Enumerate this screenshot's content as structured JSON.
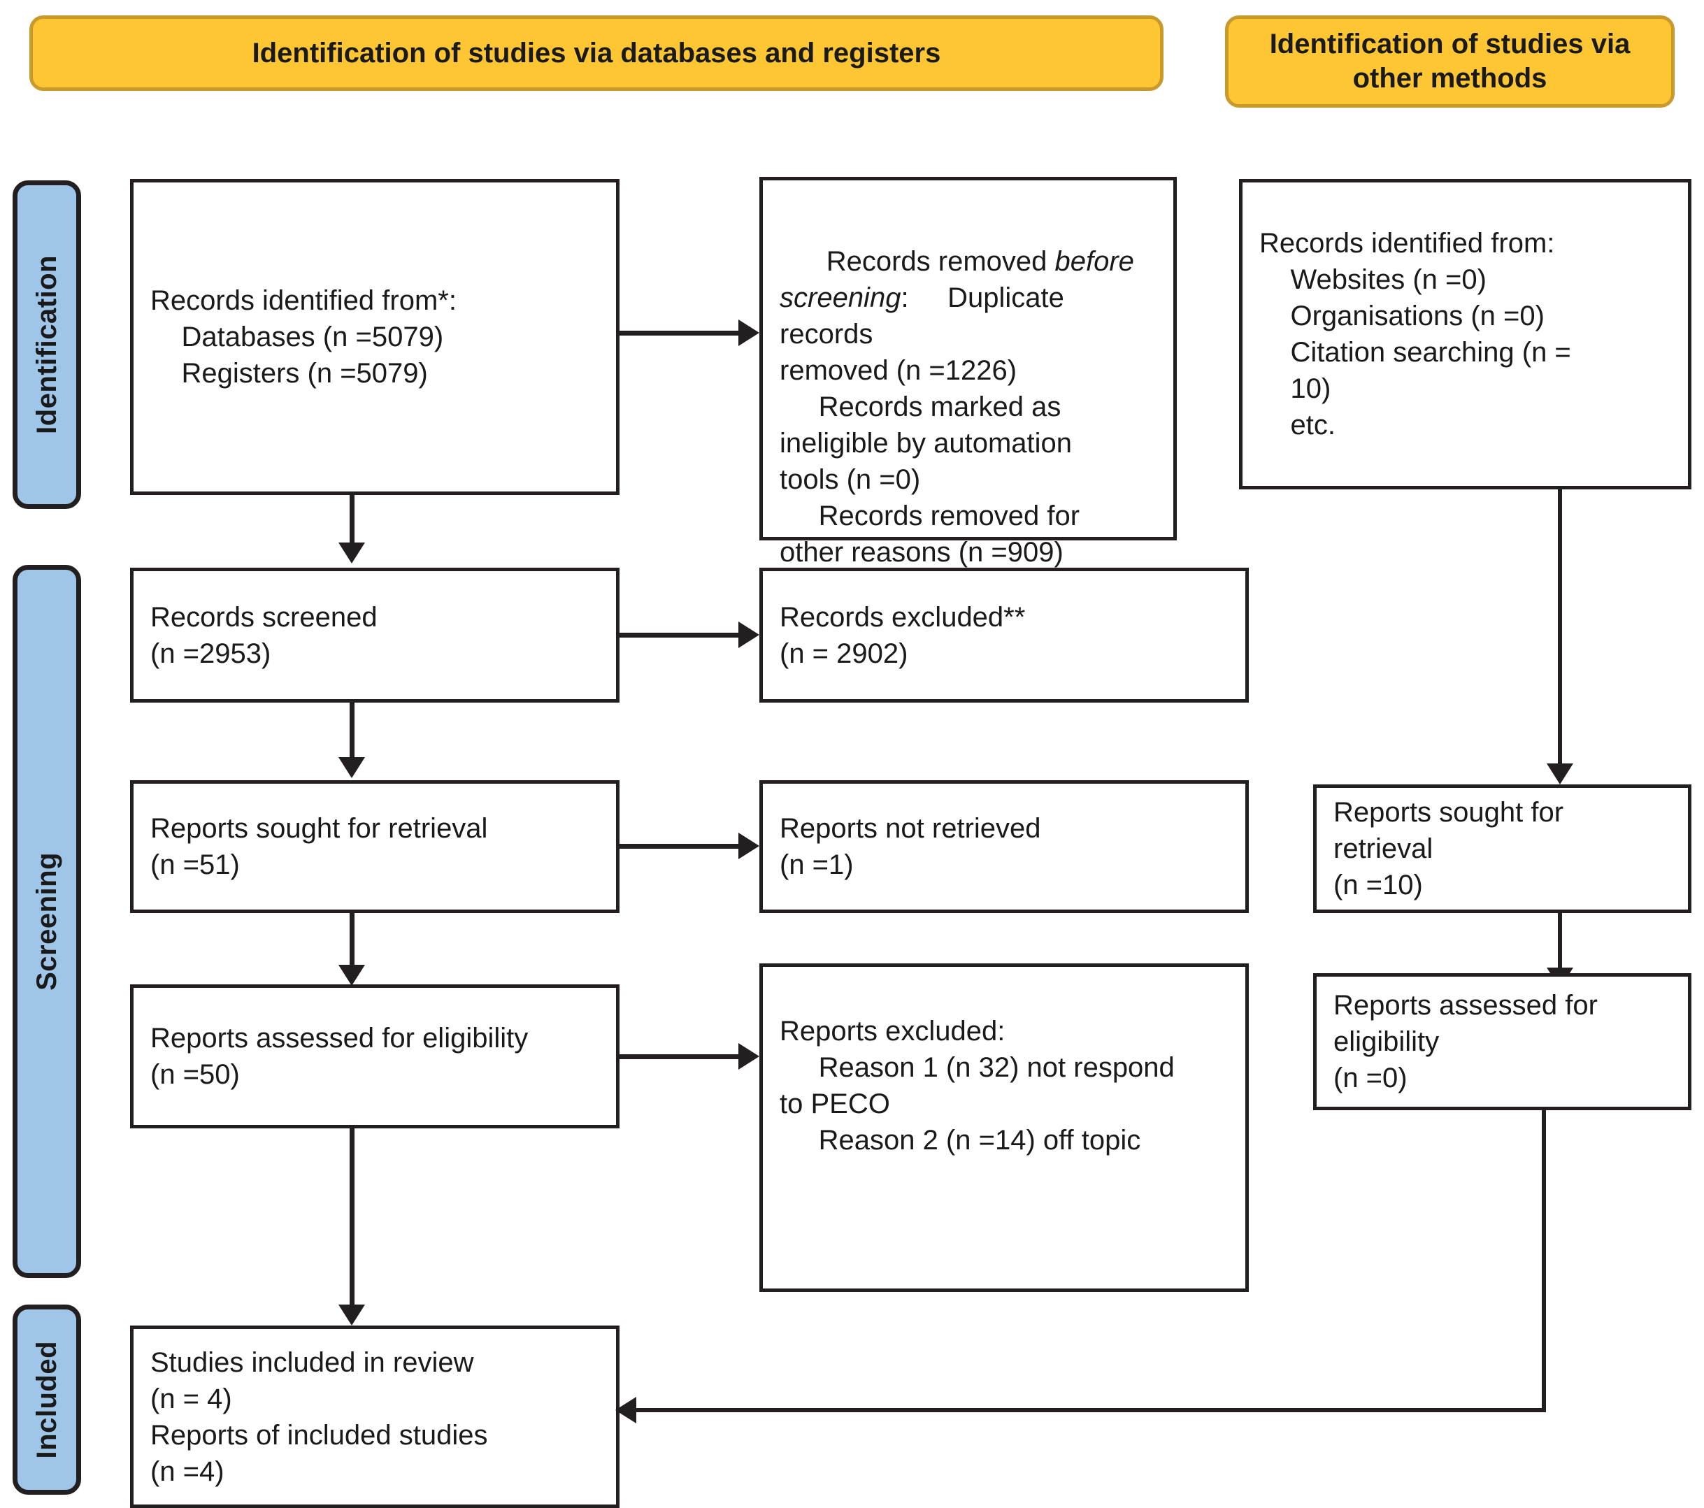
{
  "banners": [
    {
      "id": "databases-registers",
      "label": "Identification of studies via databases and registers"
    },
    {
      "id": "other-methods",
      "label": "Identification of studies via\nother methods"
    }
  ],
  "stages": [
    {
      "id": "identification",
      "label": "Identification"
    },
    {
      "id": "screening",
      "label": "Screening"
    },
    {
      "id": "included",
      "label": "Included"
    }
  ],
  "boxes": {
    "records_identified": {
      "title": "Records identified from*:",
      "lines": [
        "Databases (n =5079)",
        "Registers (n =5079)"
      ],
      "text": "Records identified from*:\n    Databases (n =5079)\n    Registers (n =5079)"
    },
    "records_removed": {
      "title_pre": "Records removed ",
      "title_italic": "before\nscreening",
      "title_post": ":",
      "lines": [
        "Duplicate records removed (n =1226)",
        "Records marked as ineligible by automation tools (n =0)",
        "Records removed for other reasons (n =909)"
      ],
      "text": "     Duplicate records\nremoved (n =1226)\n     Records marked as\nineligible by automation\ntools (n =0)\n     Records removed for\nother reasons (n =909)"
    },
    "records_identified_other": {
      "title": "Records identified from:",
      "lines": [
        "Websites (n =0)",
        "Organisations (n =0)",
        "Citation searching (n = 10)",
        "etc."
      ],
      "text": "Records identified from:\n    Websites (n =0)\n    Organisations (n =0)\n    Citation searching (n =\n    10)\n    etc."
    },
    "records_screened": {
      "text": "Records screened\n(n =2953)"
    },
    "records_excluded": {
      "text": "Records excluded**\n(n = 2902)"
    },
    "reports_sought": {
      "text": "Reports sought for retrieval\n(n =51)"
    },
    "reports_not_retrieved": {
      "text": "Reports not retrieved\n(n =1)"
    },
    "reports_sought_other": {
      "text": "Reports sought for\nretrieval\n(n =10)"
    },
    "reports_assessed": {
      "text": "Reports assessed for eligibility\n(n =50)"
    },
    "reports_excluded": {
      "text": "Reports excluded:\n     Reason 1 (n 32) not respond\nto PECO\n     Reason 2 (n =14) off topic"
    },
    "reports_assessed_other": {
      "text": "Reports assessed for\neligibility\n(n =0)"
    },
    "studies_included": {
      "text": "Studies included in review\n(n = 4)\nReports of included studies\n(n =4)"
    }
  },
  "colors": {
    "banner_fill": "#FFC633",
    "banner_border": "#C79A2B",
    "stage_fill": "#9FC5E8",
    "outline": "#231f20",
    "box_fill": "#ffffff"
  }
}
